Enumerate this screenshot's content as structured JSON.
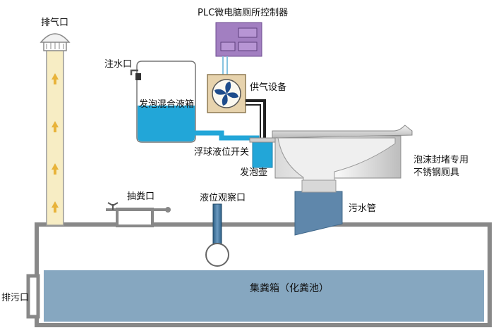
{
  "labels": {
    "exhaust_port": "排气口",
    "plc_controller": "PLC微电脑厕所控制器",
    "water_inlet": "注水口",
    "foam_mixing_tank": "发泡混合液箱",
    "air_supply": "供气设备",
    "float_switch": "浮球液位开关",
    "foam_pot": "发泡壶",
    "toilet_line1": "泡沫封堵专用",
    "toilet_line2": "不锈钢厕具",
    "suction_port": "抽粪口",
    "level_window": "液位观察口",
    "sewage_pipe": "污水管",
    "discharge_port": "排污口",
    "collection_tank": "集粪箱（化粪池）"
  }
}
